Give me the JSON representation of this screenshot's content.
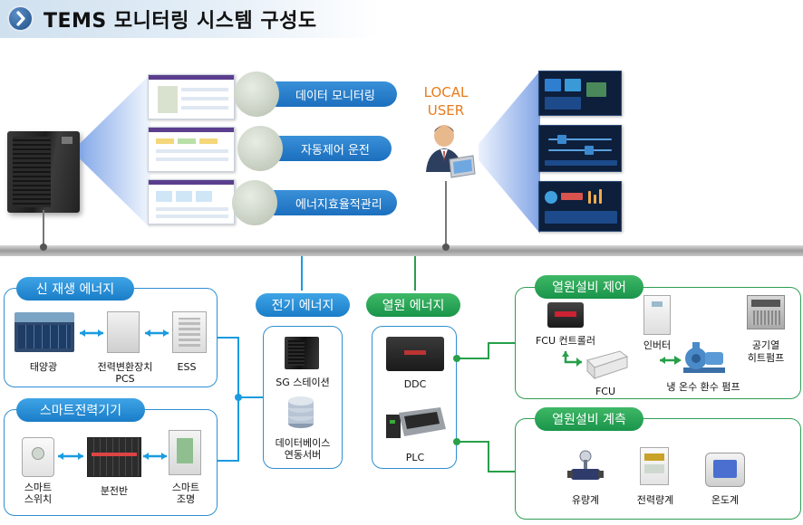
{
  "title": "TEMS 모니터링 시스템 구성도",
  "server_functions": [
    "데이터 모니터링",
    "자동제어 운전",
    "에너지효율적관리"
  ],
  "local_user": [
    "LOCAL",
    "USER"
  ],
  "groups": {
    "renewable": {
      "title": "신 재생 에너지",
      "items": [
        "태양광",
        "전력변환장치",
        "PCS",
        "ESS"
      ]
    },
    "smart_power": {
      "title": "스마트전력기기",
      "items": [
        "스마트",
        "스위치",
        "분전반",
        "스마트",
        "조명"
      ]
    },
    "electric_energy": {
      "title": "전기 에너지",
      "items": [
        "SG 스테이션",
        "데이터베이스",
        "연동서버"
      ]
    },
    "thermal_energy": {
      "title": "열원 에너지",
      "items": [
        "DDC",
        "PLC"
      ]
    },
    "thermal_control": {
      "title": "열원설비 제어",
      "items": [
        "FCU 컨트롤러",
        "FCU",
        "인버터",
        "냉 온수 환수 펌프",
        "공기열",
        "히트펌프"
      ]
    },
    "thermal_metering": {
      "title": "열원설비 계측",
      "items": [
        "유량계",
        "전력량계",
        "온도계"
      ]
    }
  },
  "colors": {
    "blue": "#1a9be0",
    "green": "#27a04a",
    "orange": "#e77b1e",
    "title_bg": "#cfe0ef"
  }
}
